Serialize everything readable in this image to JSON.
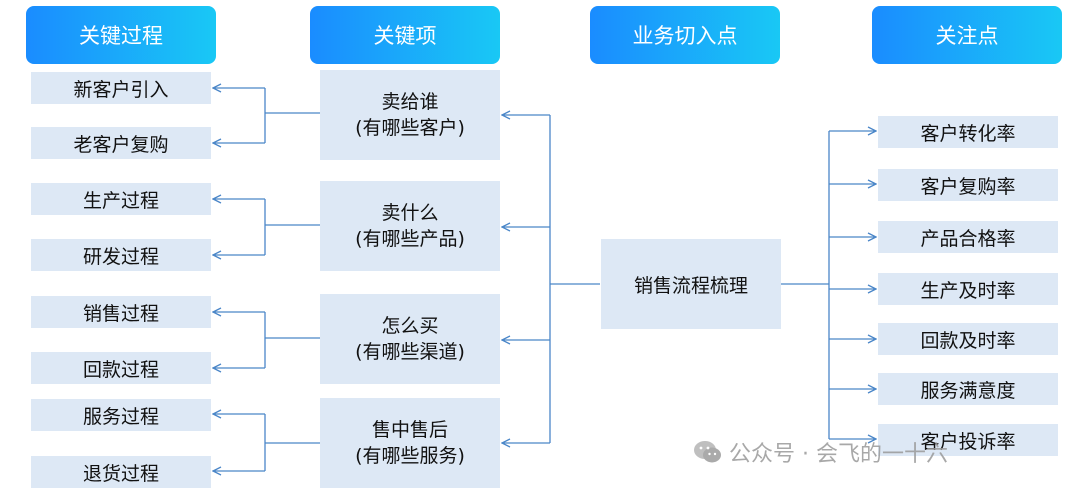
{
  "headers": {
    "process": "关键过程",
    "items": "关键项",
    "entry": "业务切入点",
    "focus": "关注点"
  },
  "process_items": [
    "新客户引入",
    "老客户复购",
    "生产过程",
    "研发过程",
    "销售过程",
    "回款过程",
    "服务过程",
    "退货过程"
  ],
  "key_items": [
    {
      "title": "卖给谁",
      "sub": "(有哪些客户)"
    },
    {
      "title": "卖什么",
      "sub": "(有哪些产品)"
    },
    {
      "title": "怎么买",
      "sub": "(有哪些渠道)"
    },
    {
      "title": "售中售后",
      "sub": "(有哪些服务)"
    }
  ],
  "entry_point": "销售流程梳理",
  "focus_items": [
    "客户转化率",
    "客户复购率",
    "产品合格率",
    "生产及时率",
    "回款及时率",
    "服务满意度",
    "客户投诉率"
  ],
  "watermark": "公众号 · 会飞的一十六",
  "colors": {
    "header_start": "#1a8cff",
    "header_end": "#19c8f5",
    "box": "#dde8f5",
    "line": "#4a86c8"
  }
}
